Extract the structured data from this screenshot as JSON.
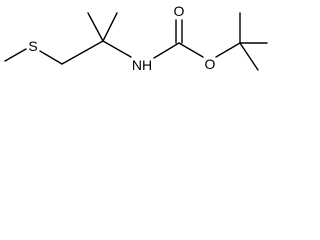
{
  "molecule": {
    "atoms": {
      "sulfur": "S",
      "nitrogen_hydrogen": "NH",
      "carbonyl_oxygen": "O",
      "ester_oxygen": "O"
    },
    "line_color": "#000000",
    "background": "#ffffff"
  }
}
